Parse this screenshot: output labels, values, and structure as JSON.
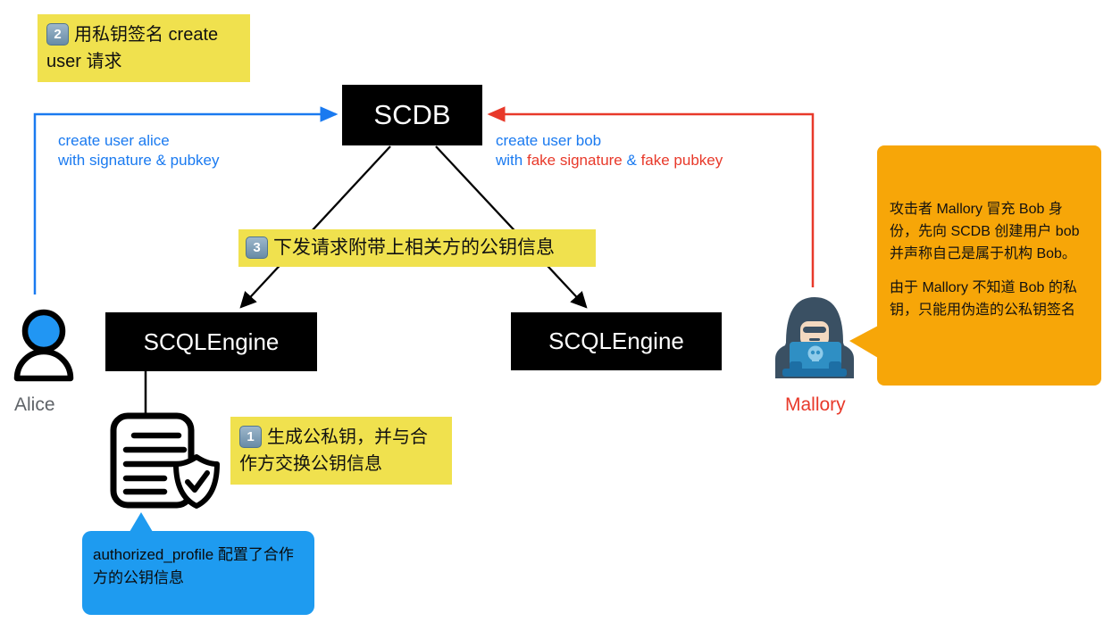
{
  "diagram_title": "SCQL key-exchange / Mallory impersonation attack diagram",
  "colors": {
    "note_yellow": "#f0e14e",
    "callout_orange": "#f7a608",
    "bubble_blue": "#1e9bf0",
    "arrow_blue": "#1a7af0",
    "arrow_red": "#e8392a",
    "box_black": "#000000",
    "alice_label_gray": "#5f6368"
  },
  "notes": {
    "note1": {
      "badge": "1",
      "text": "生成公私钥，并与合作方交换公钥信息"
    },
    "note2": {
      "badge": "2",
      "text": "用私钥签名 create user 请求"
    },
    "note3": {
      "badge": "3",
      "text": "下发请求附带上相关方的公钥信息"
    }
  },
  "boxes": {
    "scdb": "SCDB",
    "engine_left": "SCQLEngine",
    "engine_right": "SCQLEngine"
  },
  "arrows": {
    "alice_request": {
      "line1": "create user alice",
      "line2": "with signature & pubkey"
    },
    "mallory_request": {
      "line1": "create user bob",
      "seg_with": "with ",
      "seg_fake_sig": "fake signature",
      "seg_amp": " & ",
      "seg_fake_pub": "fake pubkey"
    }
  },
  "actors": {
    "alice": "Alice",
    "mallory": "Mallory"
  },
  "callout": {
    "para1": "攻击者 Mallory 冒充 Bob 身份，先向 SCDB 创建用户 bob 并声称自己是属于机构 Bob。",
    "para2": "由于 Mallory 不知道 Bob 的私钥，只能用伪造的公私钥签名"
  },
  "bubble": {
    "text": "authorized_profile 配置了合作方的公钥信息"
  },
  "icons": {
    "alice": "person-icon",
    "mallory": "hacker-with-laptop-icon",
    "document": "document-with-shield-check-icon"
  }
}
